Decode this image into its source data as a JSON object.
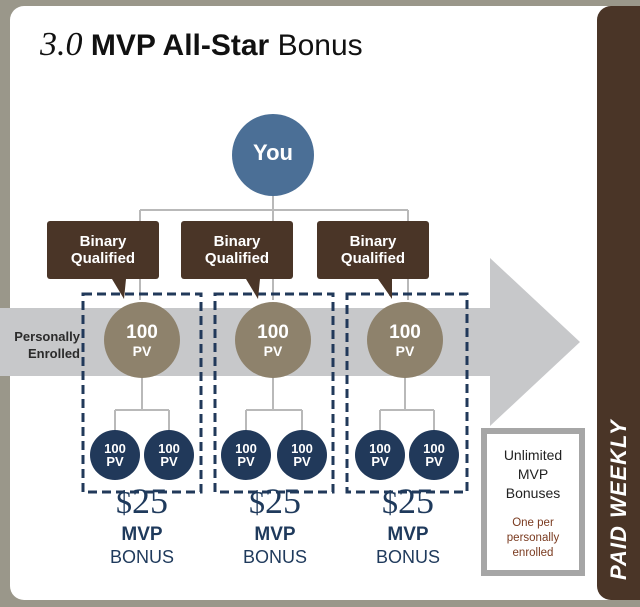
{
  "title": {
    "number": "3.0",
    "bold": "MVP All-Star",
    "light": "Bonus"
  },
  "root": {
    "label": "You"
  },
  "binary_qualified": [
    "Binary\nQualified",
    "Binary\nQualified",
    "Binary\nQualified"
  ],
  "arrow_label": "Personally\nEnrolled",
  "groups": [
    {
      "pv_value": "100",
      "pv_unit": "PV",
      "children": [
        [
          "100",
          "PV"
        ],
        [
          "100",
          "PV"
        ]
      ],
      "amount": "25",
      "currency": "$",
      "mvp": "MVP",
      "bonus": "BONUS"
    },
    {
      "pv_value": "100",
      "pv_unit": "PV",
      "children": [
        [
          "100",
          "PV"
        ],
        [
          "100",
          "PV"
        ]
      ],
      "amount": "25",
      "currency": "$",
      "mvp": "MVP",
      "bonus": "BONUS"
    },
    {
      "pv_value": "100",
      "pv_unit": "PV",
      "children": [
        [
          "100",
          "PV"
        ],
        [
          "100",
          "PV"
        ]
      ],
      "amount": "25",
      "currency": "$",
      "mvp": "MVP",
      "bonus": "BONUS"
    }
  ],
  "unlimited_box": {
    "main": "Unlimited\nMVP\nBonuses",
    "sub": "One per\npersonally\nenrolled"
  },
  "side_label": "PAID WEEKLY",
  "colors": {
    "you_node": "#4b6f96",
    "callout": "#4a3527",
    "pv_node": "#8e826c",
    "small_node": "#21395a",
    "arrow": "#c7c8ca",
    "dashed": "#21395a",
    "text_blue": "#1f3a5c"
  }
}
